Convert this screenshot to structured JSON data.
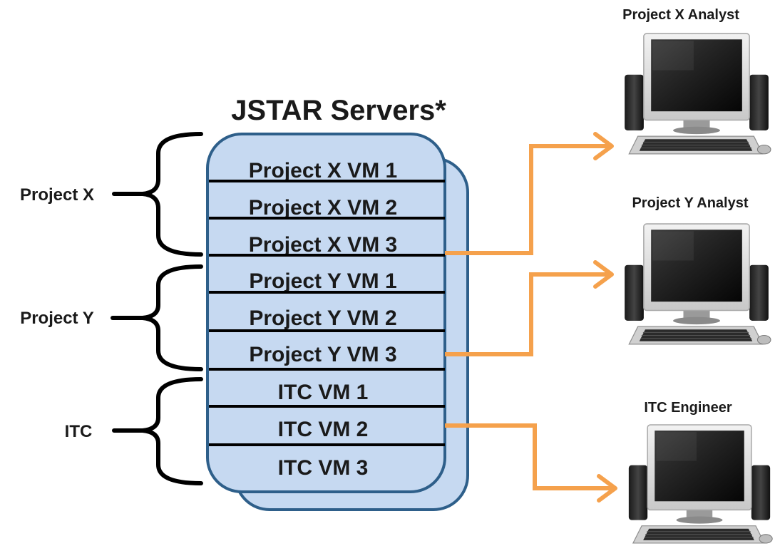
{
  "title": "JSTAR Servers*",
  "groups": [
    {
      "label": "Project X"
    },
    {
      "label": "Project Y"
    },
    {
      "label": "ITC"
    }
  ],
  "vms": [
    "Project X VM 1",
    "Project X VM 2",
    "Project X VM 3",
    "Project Y VM 1",
    "Project Y VM 2",
    "Project Y VM 3",
    "ITC VM 1",
    "ITC VM 2",
    "ITC VM 3"
  ],
  "workstations": [
    {
      "label": "Project X Analyst",
      "icon": "desktop-computer-icon"
    },
    {
      "label": "Project Y Analyst",
      "icon": "desktop-computer-icon"
    },
    {
      "label": "ITC Engineer",
      "icon": "desktop-computer-icon"
    }
  ],
  "colors": {
    "server_fill": "#c6d9f1",
    "server_border": "#2e5f8a",
    "connector": "#f5a14c"
  }
}
